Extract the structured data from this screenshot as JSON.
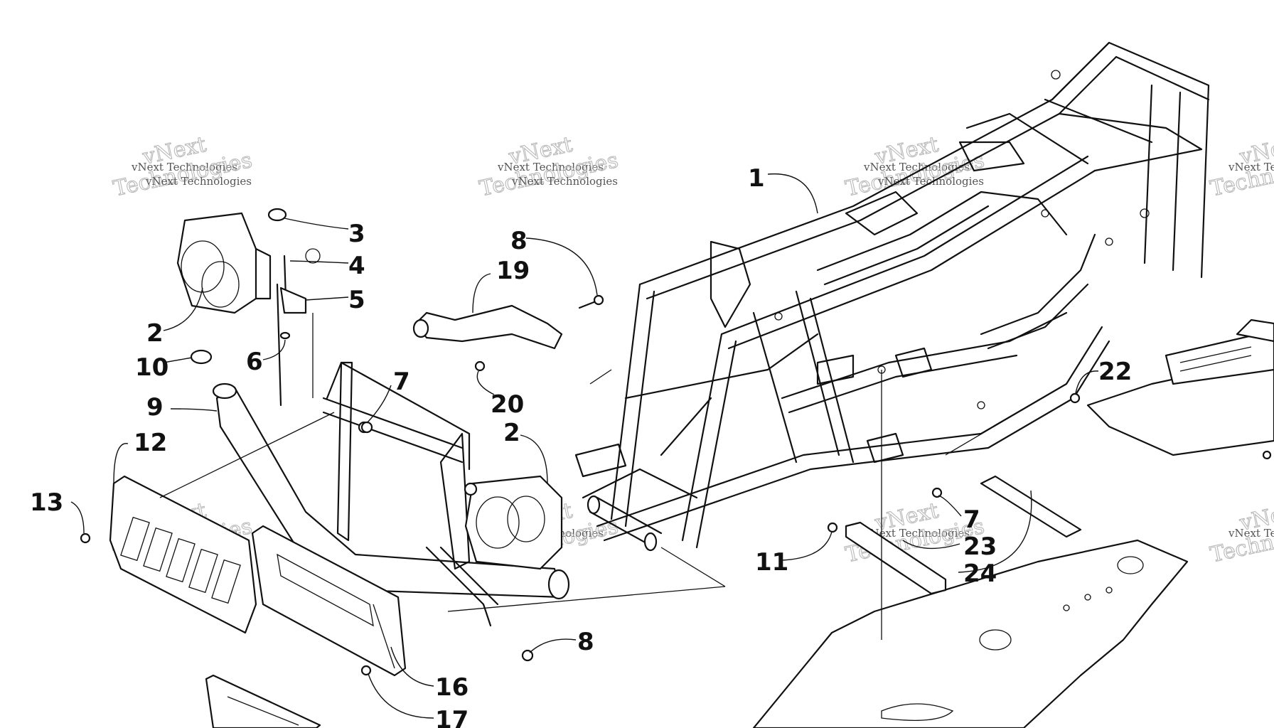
{
  "watermark": {
    "line_small": "vNext Technologies",
    "line_big_1": "vNext",
    "line_big_2": "Technologies"
  },
  "callouts": [
    "1",
    "2",
    "3",
    "4",
    "5",
    "6",
    "2",
    "7",
    "8",
    "9",
    "10",
    "12",
    "13",
    "16",
    "17",
    "19",
    "20",
    "8",
    "7",
    "11",
    "22",
    "23",
    "24"
  ],
  "colors": {
    "ink": "#111111",
    "watermark": "#b9b9b9",
    "background": "#ffffff"
  }
}
